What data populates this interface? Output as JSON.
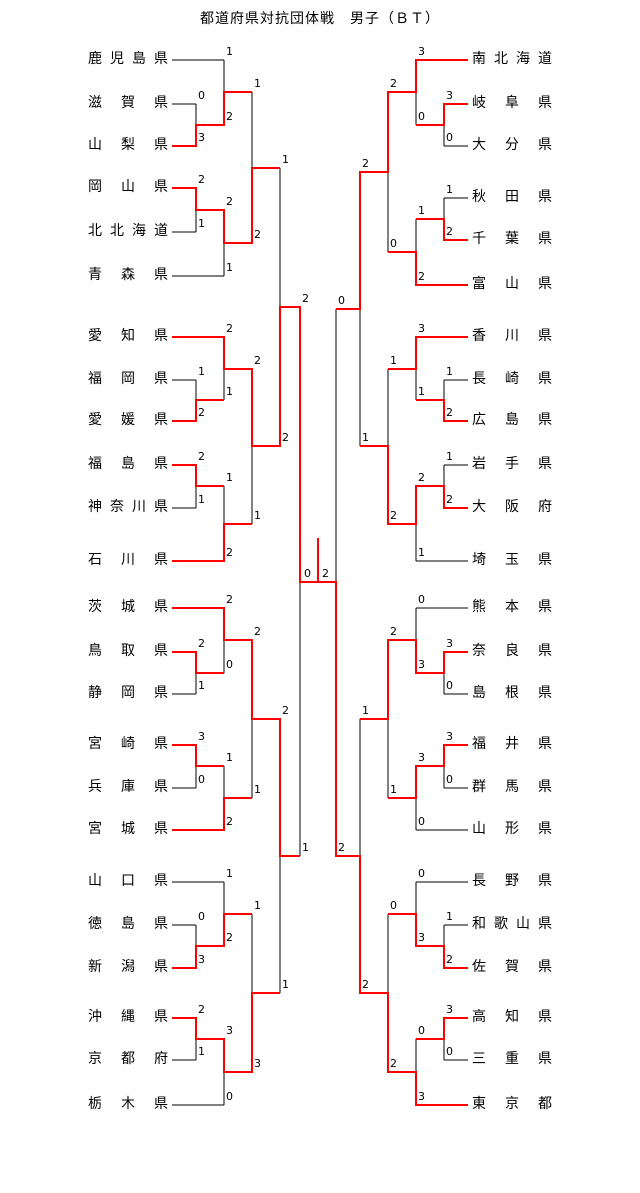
{
  "title": "都道府県対抗団体戦　男子（ＢＴ）",
  "colors": {
    "winner_path": "#ff0000",
    "line": "#000000"
  },
  "champion": "東京都",
  "final": {
    "left_team": "愛知県",
    "left_score": "0",
    "right_team": "東京都",
    "right_score": "2",
    "winner": "東京都"
  },
  "left": {
    "teams": [
      "鹿児島県",
      "滋賀県",
      "山梨県",
      "岡山県",
      "北北海道",
      "青森県",
      "愛知県",
      "福岡県",
      "愛媛県",
      "福島県",
      "神奈川県",
      "石川県",
      "茨城県",
      "鳥取県",
      "静岡県",
      "宮崎県",
      "兵庫県",
      "宮城県",
      "山口県",
      "徳島県",
      "新潟県",
      "沖縄県",
      "京都府",
      "栃木県"
    ],
    "rounds": {
      "r1": [
        {
          "top": "滋賀県",
          "top_score": "0",
          "bottom": "山梨県",
          "bottom_score": "3",
          "winner": "山梨県"
        },
        {
          "top": "岡山県",
          "top_score": "2",
          "bottom": "北北海道",
          "bottom_score": "1",
          "winner": "岡山県"
        },
        {
          "top": "福岡県",
          "top_score": "1",
          "bottom": "愛媛県",
          "bottom_score": "2",
          "winner": "愛媛県"
        },
        {
          "top": "福島県",
          "top_score": "2",
          "bottom": "神奈川県",
          "bottom_score": "1",
          "winner": "福島県"
        },
        {
          "top": "鳥取県",
          "top_score": "2",
          "bottom": "静岡県",
          "bottom_score": "1",
          "winner": "鳥取県"
        },
        {
          "top": "宮崎県",
          "top_score": "3",
          "bottom": "兵庫県",
          "bottom_score": "0",
          "winner": "宮崎県"
        },
        {
          "top": "徳島県",
          "top_score": "0",
          "bottom": "新潟県",
          "bottom_score": "3",
          "winner": "新潟県"
        },
        {
          "top": "沖縄県",
          "top_score": "2",
          "bottom": "京都府",
          "bottom_score": "1",
          "winner": "沖縄県"
        }
      ],
      "r2": [
        {
          "top": "鹿児島県",
          "top_score": "1",
          "bottom": "山梨県",
          "bottom_score": "2",
          "winner": "山梨県"
        },
        {
          "top": "岡山県",
          "top_score": "2",
          "bottom": "青森県",
          "bottom_score": "1",
          "winner": "岡山県"
        },
        {
          "top": "愛知県",
          "top_score": "2",
          "bottom": "愛媛県",
          "bottom_score": "1",
          "winner": "愛知県"
        },
        {
          "top": "福島県",
          "top_score": "1",
          "bottom": "石川県",
          "bottom_score": "2",
          "winner": "石川県"
        },
        {
          "top": "茨城県",
          "top_score": "2",
          "bottom": "鳥取県",
          "bottom_score": "0",
          "winner": "茨城県"
        },
        {
          "top": "宮崎県",
          "top_score": "1",
          "bottom": "宮城県",
          "bottom_score": "2",
          "winner": "宮城県"
        },
        {
          "top": "山口県",
          "top_score": "1",
          "bottom": "新潟県",
          "bottom_score": "2",
          "winner": "新潟県"
        },
        {
          "top": "沖縄県",
          "top_score": "3",
          "bottom": "栃木県",
          "bottom_score": "0",
          "winner": "沖縄県"
        }
      ],
      "r3": [
        {
          "top": "山梨県",
          "top_score": "1",
          "bottom": "岡山県",
          "bottom_score": "2",
          "winner": "岡山県"
        },
        {
          "top": "愛知県",
          "top_score": "2",
          "bottom": "石川県",
          "bottom_score": "1",
          "winner": "愛知県"
        },
        {
          "top": "茨城県",
          "top_score": "2",
          "bottom": "宮城県",
          "bottom_score": "1",
          "winner": "茨城県"
        },
        {
          "top": "新潟県",
          "top_score": "1",
          "bottom": "沖縄県",
          "bottom_score": "3",
          "winner": "沖縄県"
        }
      ],
      "r4": [
        {
          "top": "岡山県",
          "top_score": "1",
          "bottom": "愛知県",
          "bottom_score": "2",
          "winner": "愛知県"
        },
        {
          "top": "茨城県",
          "top_score": "2",
          "bottom": "沖縄県",
          "bottom_score": "1",
          "winner": "茨城県"
        }
      ],
      "r5": [
        {
          "top": "愛知県",
          "top_score": "2",
          "bottom": "茨城県",
          "bottom_score": "1",
          "winner": "愛知県"
        }
      ]
    }
  },
  "right": {
    "teams": [
      "南北海道",
      "岐阜県",
      "大分県",
      "秋田県",
      "千葉県",
      "富山県",
      "香川県",
      "長崎県",
      "広島県",
      "岩手県",
      "大阪府",
      "埼玉県",
      "熊本県",
      "奈良県",
      "島根県",
      "福井県",
      "群馬県",
      "山形県",
      "長野県",
      "和歌山県",
      "佐賀県",
      "高知県",
      "三重県",
      "東京都"
    ],
    "rounds": {
      "r1": [
        {
          "top": "岐阜県",
          "top_score": "3",
          "bottom": "大分県",
          "bottom_score": "0",
          "winner": "岐阜県"
        },
        {
          "top": "秋田県",
          "top_score": "1",
          "bottom": "千葉県",
          "bottom_score": "2",
          "winner": "千葉県"
        },
        {
          "top": "長崎県",
          "top_score": "1",
          "bottom": "広島県",
          "bottom_score": "2",
          "winner": "広島県"
        },
        {
          "top": "岩手県",
          "top_score": "1",
          "bottom": "大阪府",
          "bottom_score": "2",
          "winner": "大阪府"
        },
        {
          "top": "奈良県",
          "top_score": "3",
          "bottom": "島根県",
          "bottom_score": "0",
          "winner": "奈良県"
        },
        {
          "top": "福井県",
          "top_score": "3",
          "bottom": "群馬県",
          "bottom_score": "0",
          "winner": "福井県"
        },
        {
          "top": "和歌山県",
          "top_score": "1",
          "bottom": "佐賀県",
          "bottom_score": "2",
          "winner": "佐賀県"
        },
        {
          "top": "高知県",
          "top_score": "3",
          "bottom": "三重県",
          "bottom_score": "0",
          "winner": "高知県"
        }
      ],
      "r2": [
        {
          "top": "南北海道",
          "top_score": "3",
          "bottom": "岐阜県",
          "bottom_score": "0",
          "winner": "南北海道"
        },
        {
          "top": "千葉県",
          "top_score": "1",
          "bottom": "富山県",
          "bottom_score": "2",
          "winner": "富山県"
        },
        {
          "top": "香川県",
          "top_score": "3",
          "bottom": "広島県",
          "bottom_score": "1",
          "winner": "香川県"
        },
        {
          "top": "大阪府",
          "top_score": "2",
          "bottom": "埼玉県",
          "bottom_score": "1",
          "winner": "大阪府"
        },
        {
          "top": "熊本県",
          "top_score": "0",
          "bottom": "奈良県",
          "bottom_score": "3",
          "winner": "奈良県"
        },
        {
          "top": "福井県",
          "top_score": "3",
          "bottom": "山形県",
          "bottom_score": "0",
          "winner": "福井県"
        },
        {
          "top": "長野県",
          "top_score": "0",
          "bottom": "佐賀県",
          "bottom_score": "3",
          "winner": "佐賀県"
        },
        {
          "top": "高知県",
          "top_score": "0",
          "bottom": "東京都",
          "bottom_score": "3",
          "winner": "東京都"
        }
      ],
      "r3": [
        {
          "top": "南北海道",
          "top_score": "2",
          "bottom": "富山県",
          "bottom_score": "0",
          "winner": "南北海道"
        },
        {
          "top": "香川県",
          "top_score": "1",
          "bottom": "大阪府",
          "bottom_score": "2",
          "winner": "大阪府"
        },
        {
          "top": "奈良県",
          "top_score": "2",
          "bottom": "福井県",
          "bottom_score": "1",
          "winner": "奈良県"
        },
        {
          "top": "佐賀県",
          "top_score": "0",
          "bottom": "東京都",
          "bottom_score": "2",
          "winner": "東京都"
        }
      ],
      "r4": [
        {
          "top": "南北海道",
          "top_score": "2",
          "bottom": "大阪府",
          "bottom_score": "1",
          "winner": "南北海道"
        },
        {
          "top": "奈良県",
          "top_score": "1",
          "bottom": "東京都",
          "bottom_score": "2",
          "winner": "東京都"
        }
      ],
      "r5": [
        {
          "top": "南北海道",
          "top_score": "0",
          "bottom": "東京都",
          "bottom_score": "2",
          "winner": "東京都"
        }
      ]
    }
  }
}
